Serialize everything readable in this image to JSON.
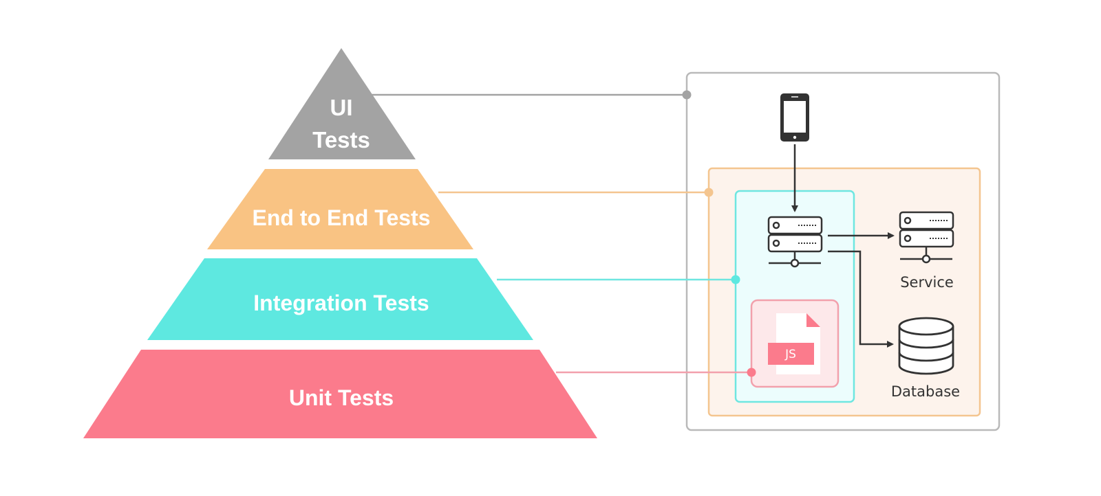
{
  "pyramid": {
    "ui": {
      "line1": "UI",
      "line2": "Tests",
      "color": "#a3a3a3"
    },
    "e2e": {
      "label": "End to End Tests",
      "color": "#f9c383"
    },
    "integration": {
      "label": "Integration Tests",
      "color": "#5ee8e0"
    },
    "unit": {
      "label": "Unit Tests",
      "color": "#fb7b8c"
    }
  },
  "system": {
    "service_label": "Service",
    "database_label": "Database",
    "js_badge": "JS",
    "icons": [
      "mobile-phone-icon",
      "server-icon",
      "service-server-icon",
      "database-icon",
      "js-file-icon"
    ],
    "colors": {
      "outer_frame": "#b9b9b9",
      "e2e_frame": "#f4c58f",
      "integration_frame": "#6ee6e0",
      "unit_frame": "#f2a0ac",
      "icon_stroke": "#333333"
    }
  }
}
